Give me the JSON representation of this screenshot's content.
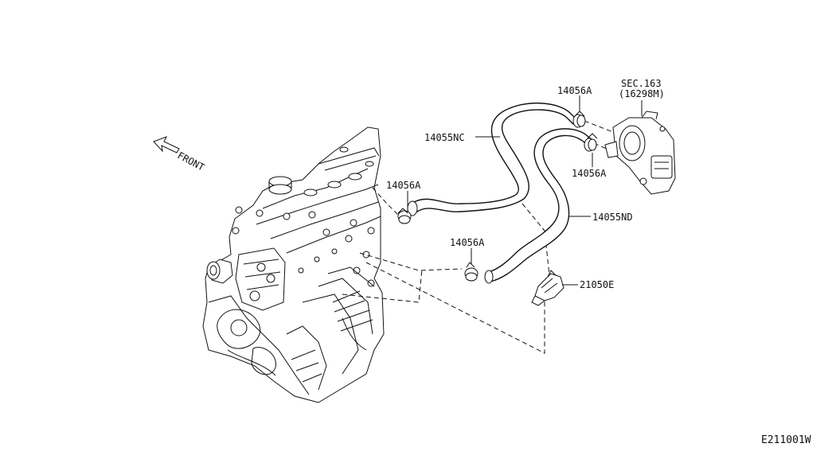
{
  "labels": {
    "front": "FRONT",
    "hose_nc": "14055NC",
    "hose_nd": "14055ND",
    "clamp_top": "14056A",
    "clamp_right": "14056A",
    "clamp_left": "14056A",
    "clamp_lower": "14056A",
    "bracket": "21050E",
    "section": "SEC.163",
    "section_part": "(16298M)",
    "diagram_code": "E211001W"
  }
}
